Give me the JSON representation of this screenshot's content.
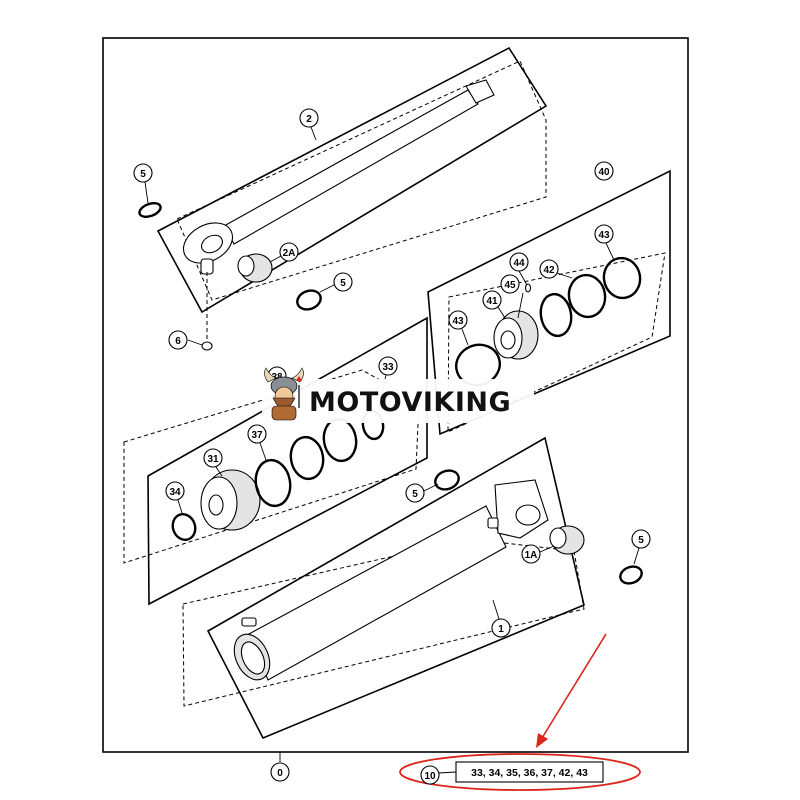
{
  "callouts": {
    "c2": "2",
    "c5a": "5",
    "c2A": "2A",
    "c5b": "5",
    "c6": "6",
    "c40": "40",
    "c43a": "43",
    "c44": "44",
    "c42": "42",
    "c45": "45",
    "c41": "41",
    "c43b": "43",
    "c38": "38",
    "c33": "33",
    "c37": "37",
    "c31": "31",
    "c34": "34",
    "c5c": "5",
    "c1A": "1A",
    "c5d": "5",
    "c1": "1",
    "c0": "0",
    "c10": "10"
  },
  "kit_parts": "33, 34, 35, 36, 37, 42, 43",
  "watermark": "MOTOVIKING",
  "colors": {
    "highlight": "#d9251c",
    "ink": "#000000",
    "mascot": "#9a5a2a"
  }
}
